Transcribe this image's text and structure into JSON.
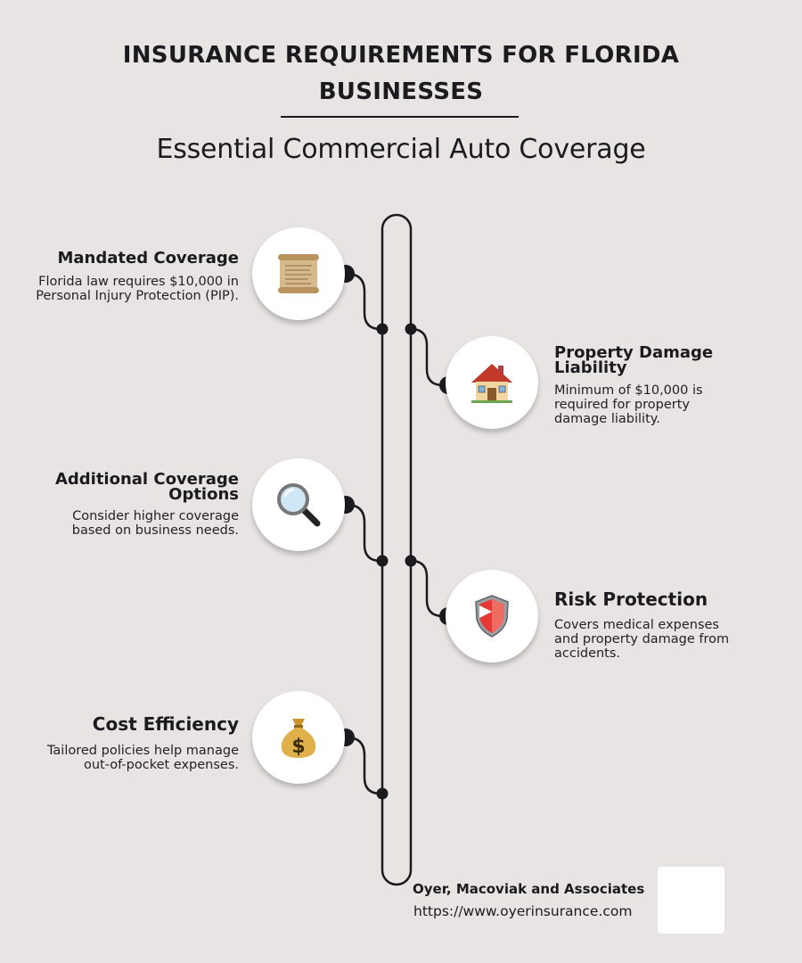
{
  "header": {
    "title_line1": "INSURANCE REQUIREMENTS FOR FLORIDA",
    "title_line2": "BUSINESSES",
    "subtitle": "Essential Commercial Auto Coverage"
  },
  "items": [
    {
      "side": "left",
      "icon": "scroll-icon",
      "title": "Mandated Coverage",
      "description": "Florida law requires $10,000 in Personal Injury Protection (PIP)."
    },
    {
      "side": "right",
      "icon": "house-icon",
      "title": "Property Damage Liability",
      "description": "Minimum of $10,000 is required for property damage liability."
    },
    {
      "side": "left",
      "icon": "magnifying-glass-icon",
      "title": "Additional Coverage Options",
      "description": "Consider higher coverage based on business needs."
    },
    {
      "side": "right",
      "icon": "shield-icon",
      "title": "Risk Protection",
      "description": "Covers medical expenses and property damage from accidents."
    },
    {
      "side": "left",
      "icon": "money-bag-icon",
      "title": "Cost Efficiency",
      "description": "Tailored policies help manage out-of-pocket expenses."
    }
  ],
  "footer": {
    "company": "Oyer, Macoviak and Associates",
    "url": "https://www.oyerinsurance.com"
  },
  "colors": {
    "background": "#e7e4e3",
    "line": "#1b1b1f",
    "circle": "#ffffff"
  }
}
